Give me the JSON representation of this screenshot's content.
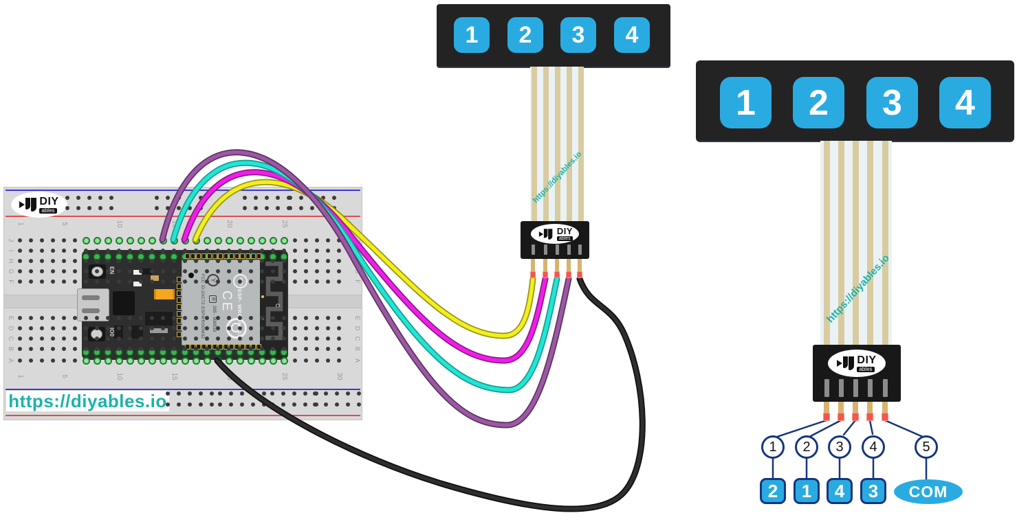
{
  "colors": {
    "accent_blue": "#29ABE2",
    "teal": "#1BB3A8",
    "navy": "#16357E",
    "bezel": "#232323",
    "ribbon_light": "#EAF2F5",
    "ribbon_tan": "#D9CBA0",
    "pin_tan": "#D9B26E",
    "pin_tip_red": "#F2564E",
    "breadboard": "#D9D9D9",
    "rail_blue": "#3B3BD1",
    "rail_red": "#D94F4F"
  },
  "brand": {
    "logo_top": "DIY",
    "logo_bottom": "ables",
    "url": "https://diyables.io"
  },
  "keypad_small": {
    "buttons": [
      "1",
      "2",
      "3",
      "4"
    ]
  },
  "keypad_large": {
    "buttons": [
      "1",
      "2",
      "3",
      "4"
    ]
  },
  "breadboard": {
    "column_labels": [
      "1",
      "5",
      "10",
      "15",
      "20",
      "25",
      "30"
    ],
    "row_labels_top": [
      "J",
      "I",
      "H",
      "G",
      "F"
    ],
    "row_labels_bottom": [
      "E",
      "D",
      "C",
      "B",
      "A"
    ],
    "url": "https://diyables.io"
  },
  "esp32": {
    "en_label": "EN",
    "io0_label": "IO0",
    "fcc_text": "FCC ID:2AC72-ESPWROOM32",
    "serial_text": "205 - 000519",
    "r_mark": "R",
    "wifi_label": "WiFi",
    "ce_label": "CE",
    "module_name": "ESP- WROOM -32",
    "antenna_label": "C"
  },
  "wires": [
    {
      "name": "yellow",
      "color": "#F2EF1D",
      "outline": "#97941a"
    },
    {
      "name": "magenta",
      "color": "#F01EE9",
      "outline": "#8d1a88"
    },
    {
      "name": "cyan",
      "color": "#22E5D3",
      "outline": "#159e91"
    },
    {
      "name": "purple",
      "color": "#9C58A4",
      "outline": "#5e3363"
    },
    {
      "name": "black",
      "color": "#2E2E2E",
      "outline": "#0f0f0f"
    }
  ],
  "pinout": {
    "pin_numbers": [
      "1",
      "2",
      "3",
      "4",
      "5"
    ],
    "pin_labels": [
      "2",
      "1",
      "4",
      "3",
      "COM"
    ]
  }
}
